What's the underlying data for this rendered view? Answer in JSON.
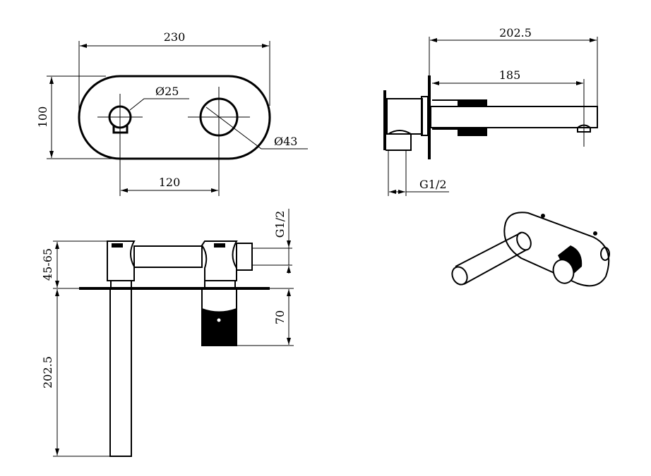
{
  "front_view": {
    "width_dim": "230",
    "height_dim": "100",
    "spacing_dim": "120",
    "small_hole_dim": "Ø25",
    "large_hole_dim": "Ø43"
  },
  "side_view": {
    "total_projection_dim": "202.5",
    "spout_projection_dim": "185",
    "inlet_thread_dim": "G1/2"
  },
  "top_view": {
    "body_depth_dim": "45-65",
    "inlet_thread_dim": "G1/2",
    "handle_length_dim": "70",
    "spout_length_dim": "202.5"
  },
  "colors": {
    "line": "#000000",
    "background": "#ffffff"
  }
}
